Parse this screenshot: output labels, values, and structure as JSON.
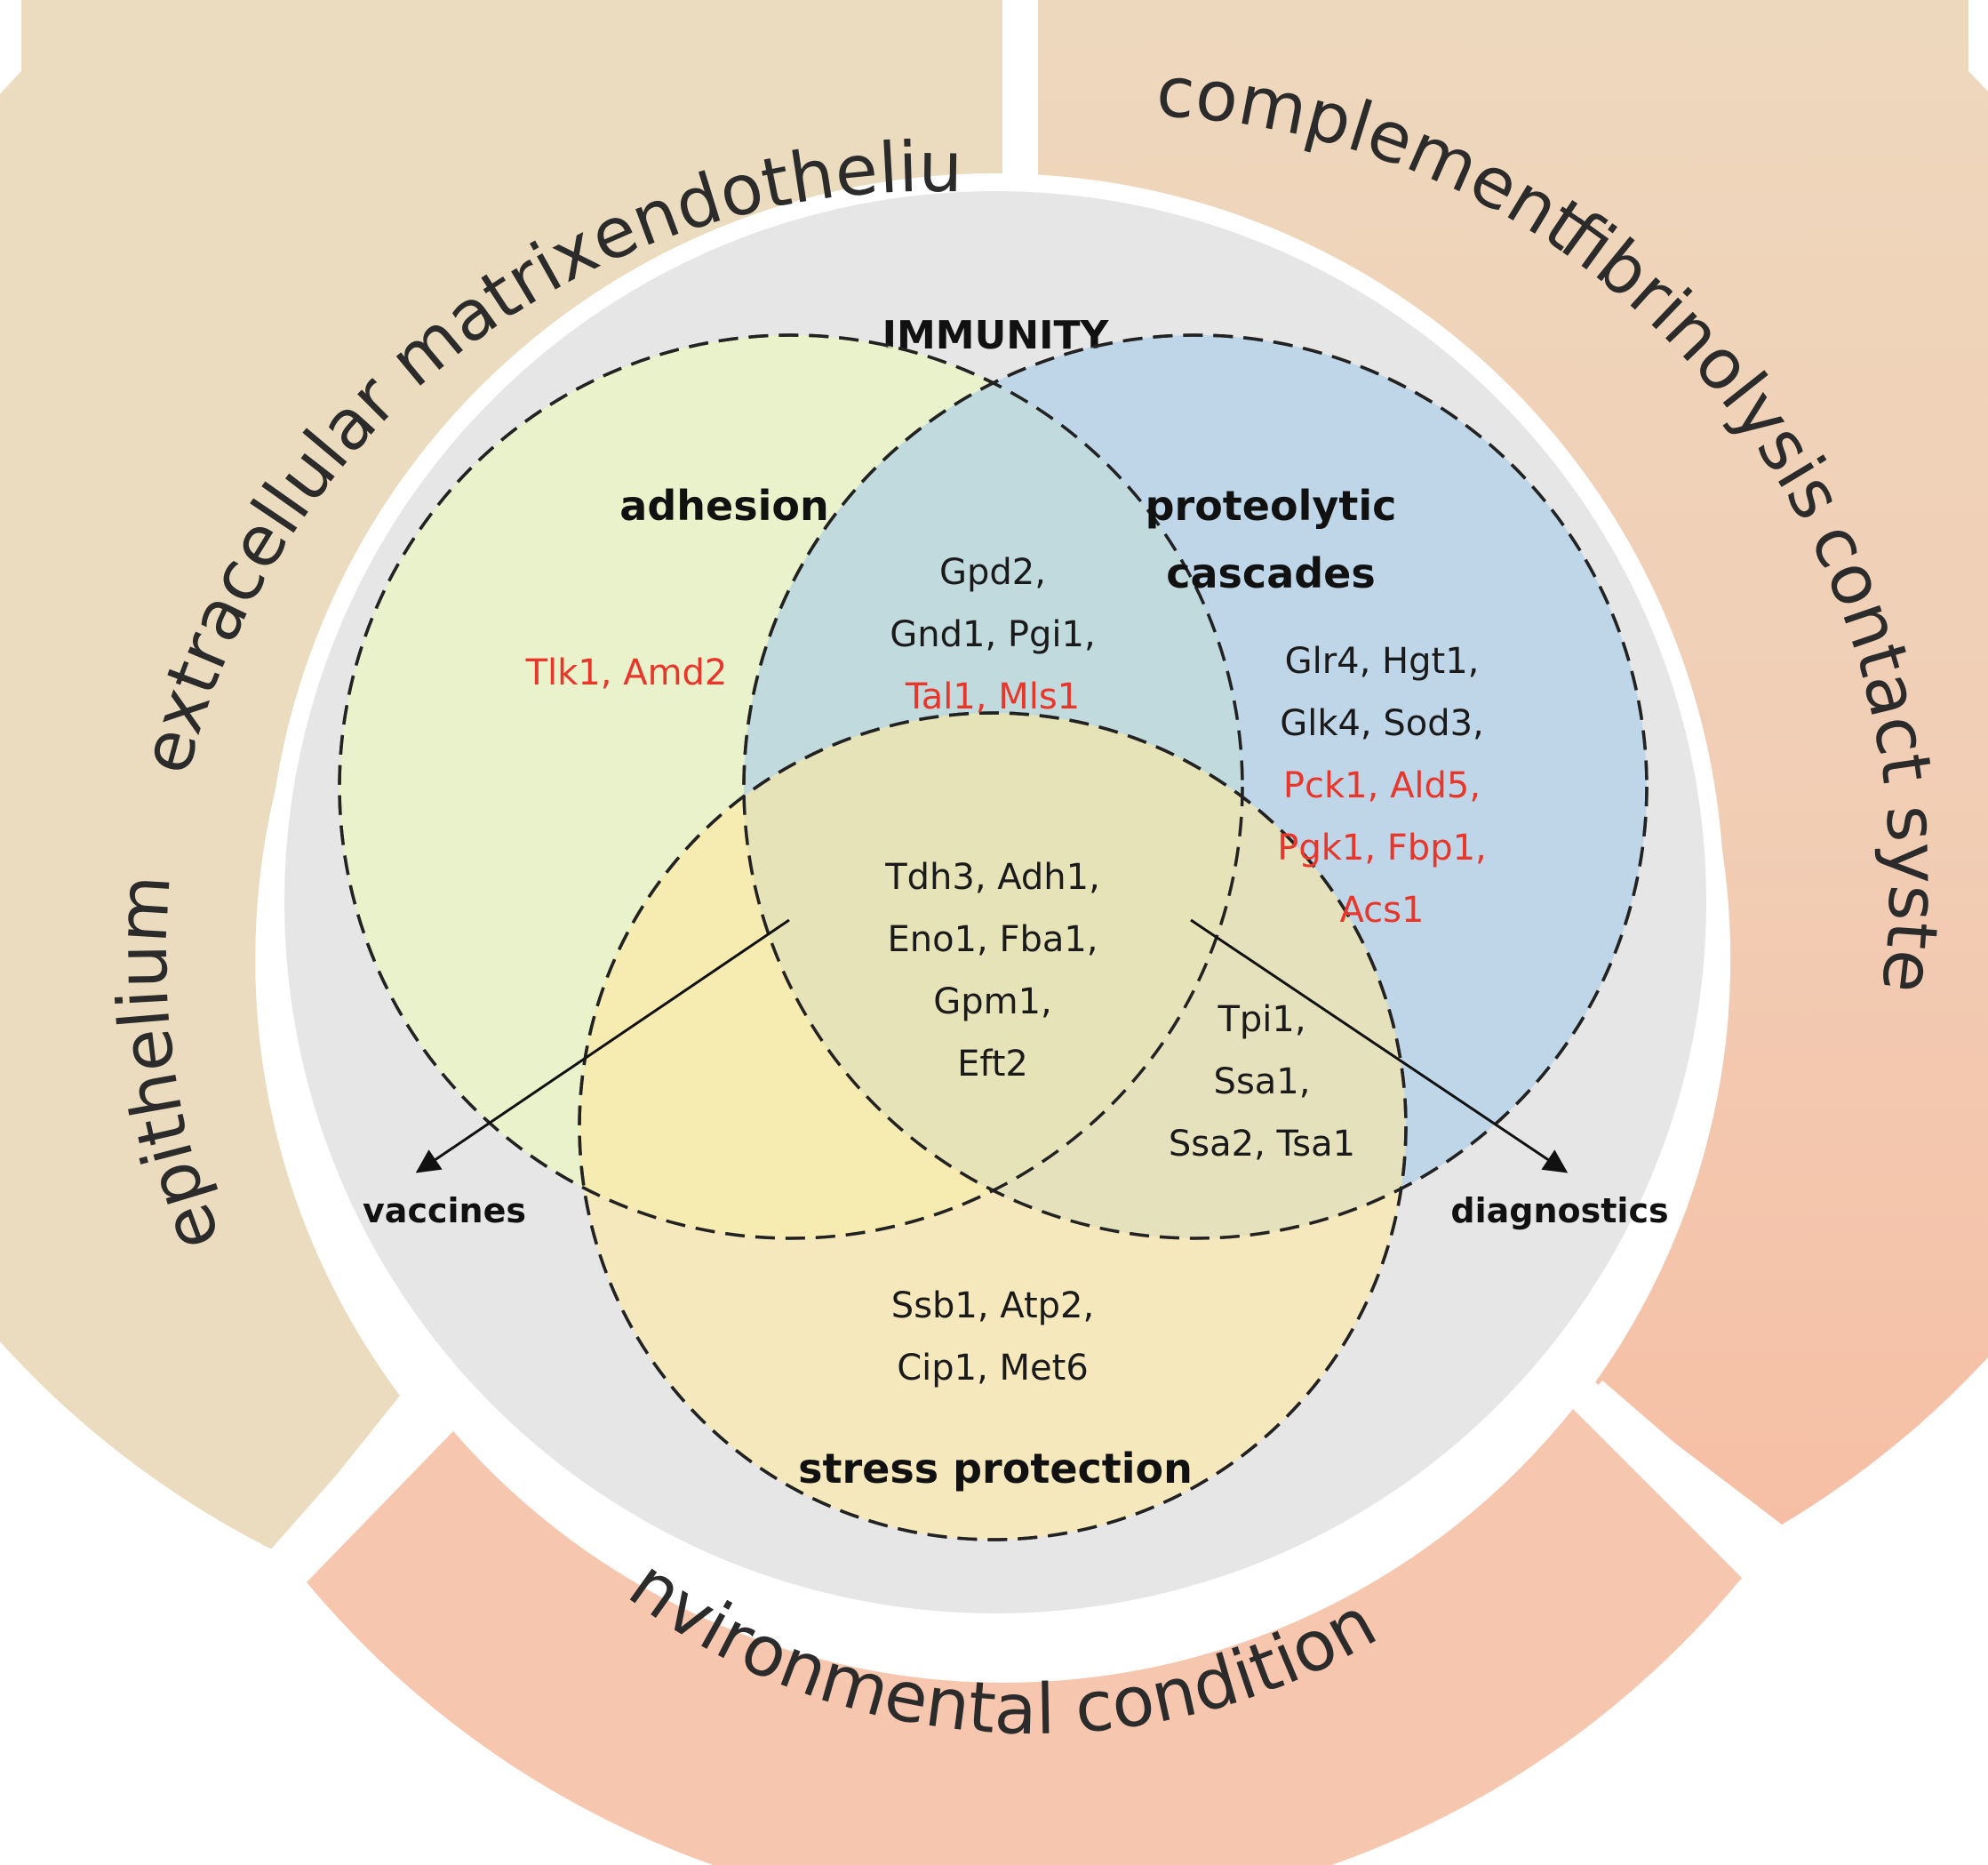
{
  "colors": {
    "ring_left": "#ecdcbf",
    "ring_right_top": "#eed8bd",
    "ring_right_bottom": "#f6c3a9",
    "ring_bottom": "#f7c6ae",
    "center": "#e6e6e6",
    "adhesion": "#eff7d3",
    "proteolytic": "#c3dbef",
    "stress": "#fdeec0",
    "red_text": "#e8362b"
  },
  "outer_ring": {
    "left": {
      "labels": [
        "epithelium",
        "extracellular matrix",
        "endothelium"
      ]
    },
    "right": {
      "labels": [
        "complement",
        "fibrinolysis",
        "contact system"
      ]
    },
    "bottom": {
      "labels": [
        "environmental conditions"
      ]
    }
  },
  "center_title": "IMMUNITY",
  "sets": {
    "adhesion": "adhesion",
    "proteolytic_line1": "proteolytic",
    "proteolytic_line2": "cascades",
    "stress": "stress protection"
  },
  "regions": {
    "adhesion_only": [
      "Tlk1, Amd2"
    ],
    "adhesion_proteolytic_black": [
      "Gpd2,",
      "Gnd1, Pgi1,"
    ],
    "adhesion_proteolytic_red": [
      "Tal1, Mls1"
    ],
    "proteolytic_only_black": [
      "Glr4, Hgt1,",
      "Glk4, Sod3,"
    ],
    "proteolytic_only_red": [
      "Pck1, Ald5,",
      "Pgk1, Fbp1,",
      "Acs1"
    ],
    "all_three": [
      "Tdh3, Adh1,",
      "Eno1, Fba1,",
      "Gpm1,",
      "Eft2"
    ],
    "proteolytic_stress": [
      "Tpi1,",
      "Ssa1,",
      "Ssa2, Tsa1"
    ],
    "stress_only": [
      "Ssb1, Atp2,",
      "Cip1, Met6"
    ]
  },
  "applications": {
    "left": "vaccines",
    "right": "diagnostics"
  },
  "icons": [
    "arrow-icon"
  ]
}
